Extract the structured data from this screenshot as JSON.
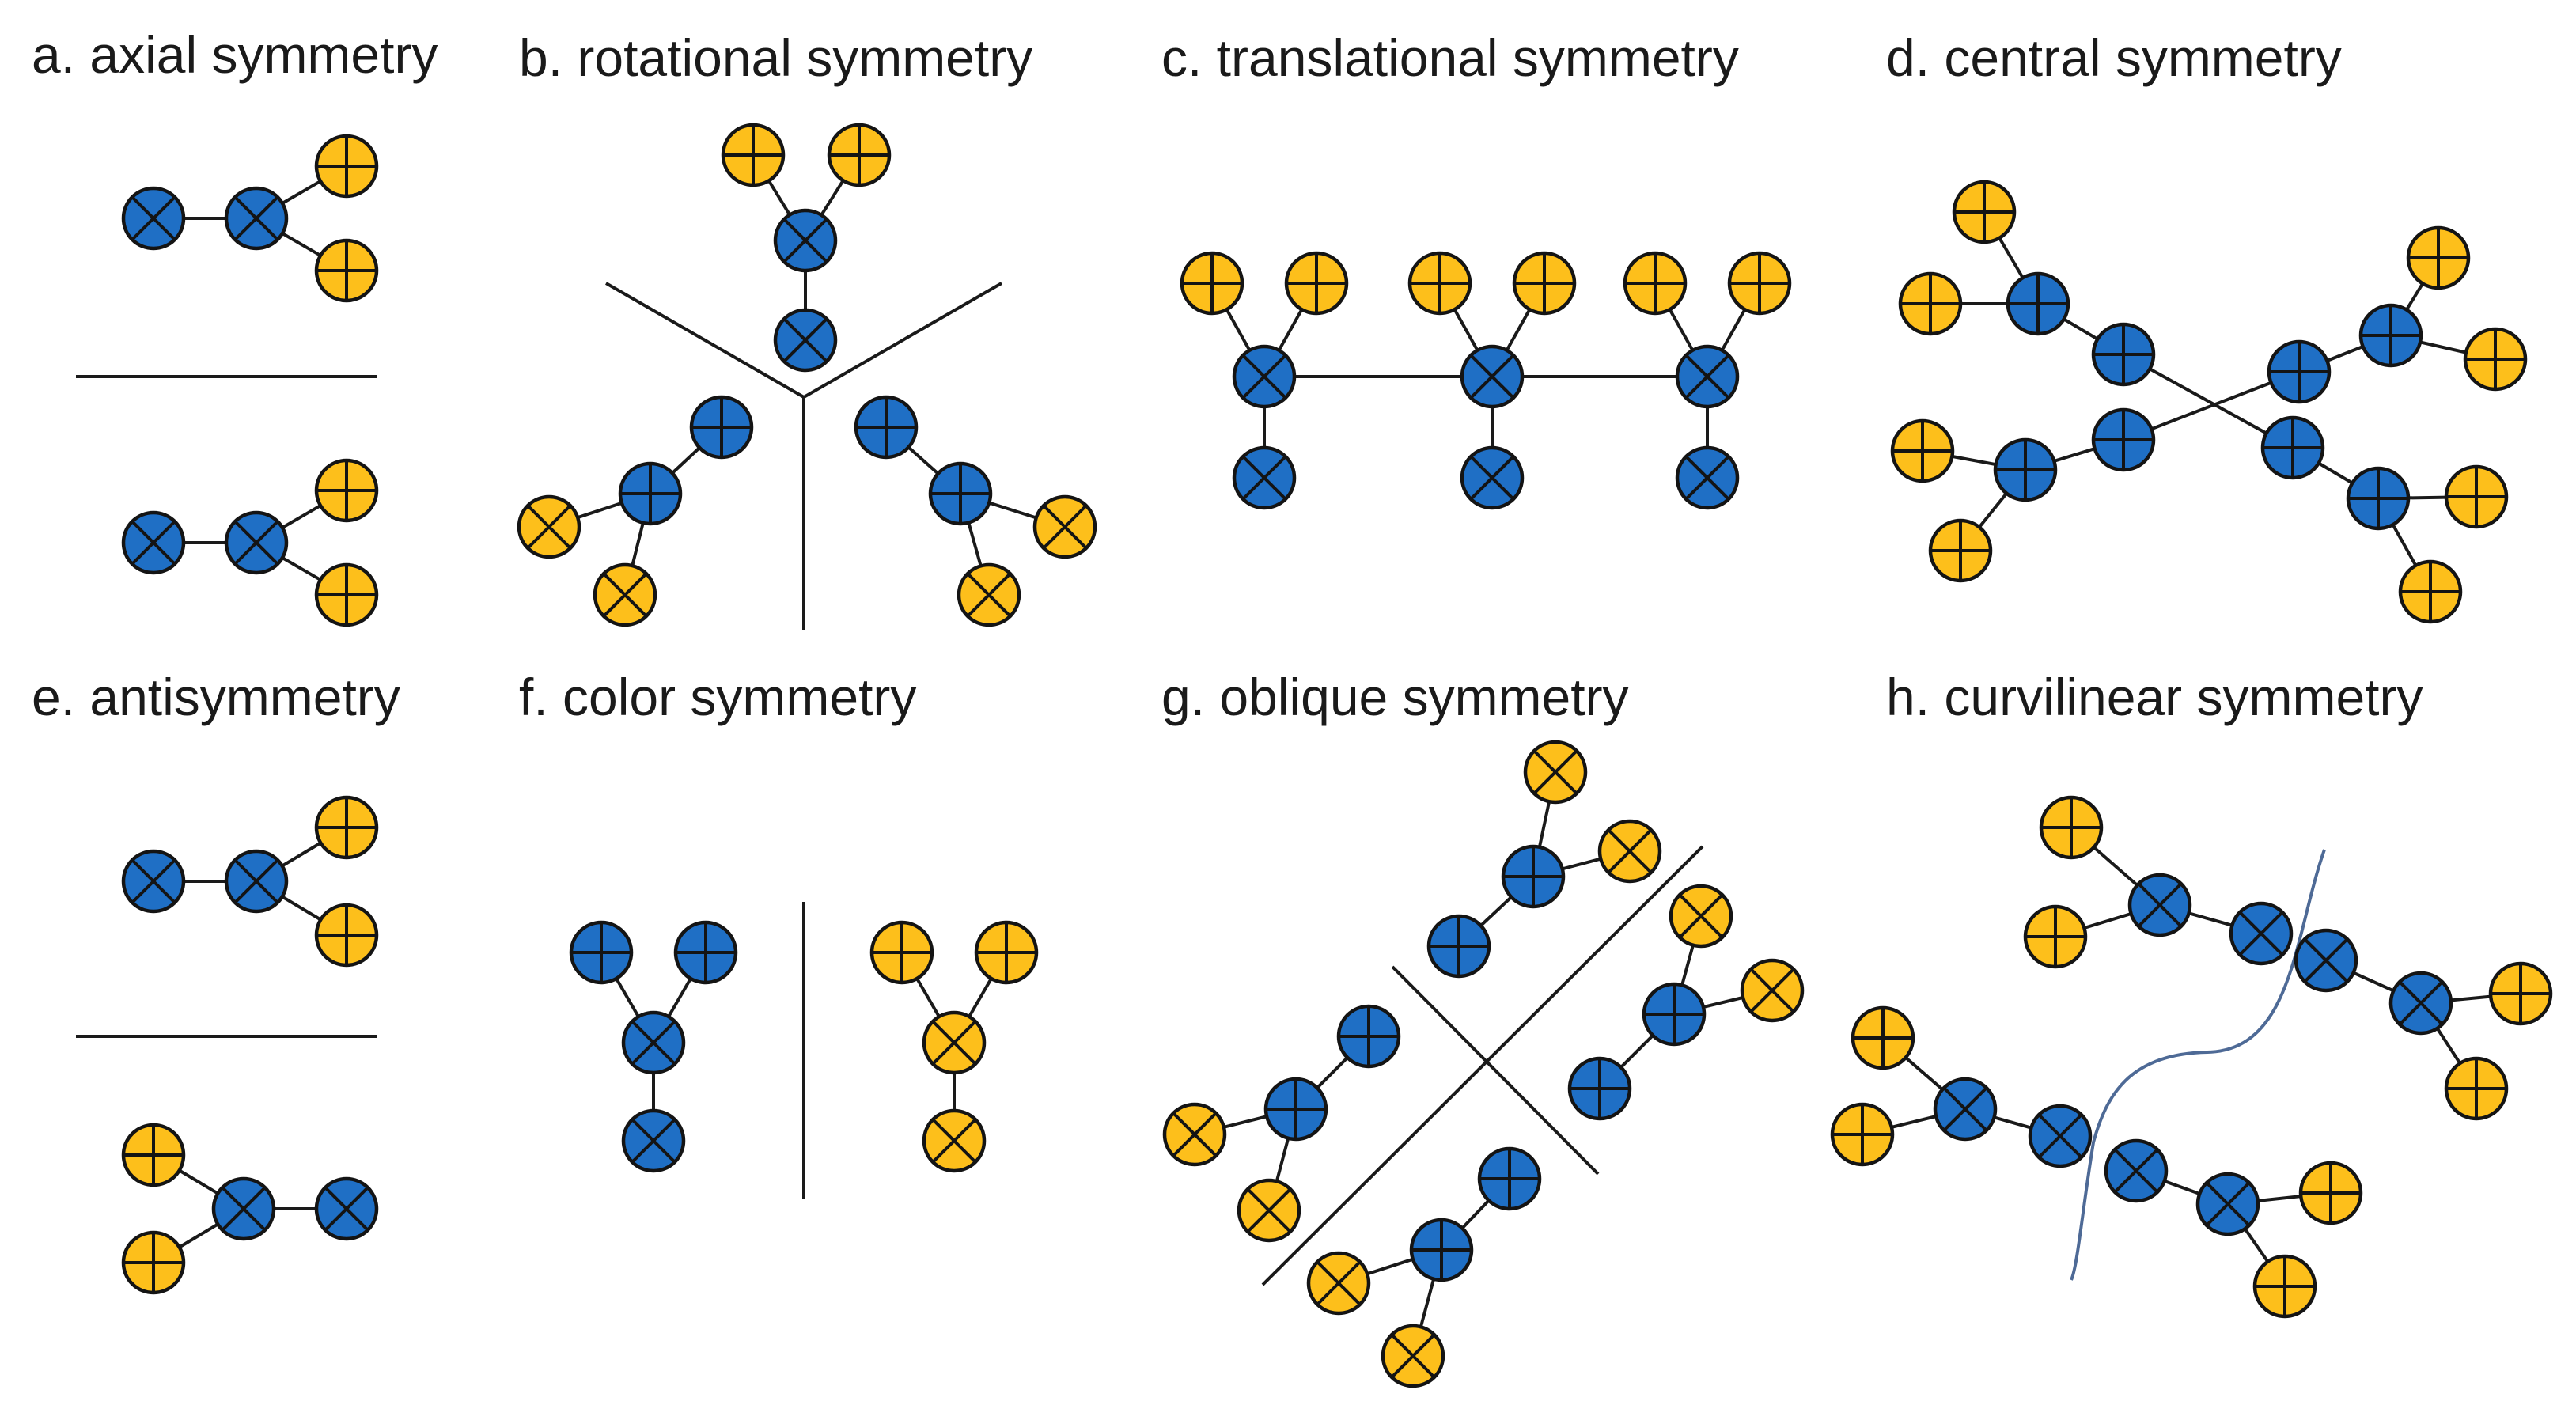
{
  "colors": {
    "blue": "#1f6fc5",
    "yellow": "#fdbf1b",
    "stroke": "#141414",
    "curve": "#4e6a96"
  },
  "panels": [
    {
      "id": "a",
      "label": "a. axial symmetry"
    },
    {
      "id": "b",
      "label": "b. rotational symmetry"
    },
    {
      "id": "c",
      "label": "c. translational symmetry"
    },
    {
      "id": "d",
      "label": "d. central symmetry"
    },
    {
      "id": "e",
      "label": "e. antisymmetry"
    },
    {
      "id": "f",
      "label": "f. color symmetry"
    },
    {
      "id": "g",
      "label": "g. oblique symmetry"
    },
    {
      "id": "h",
      "label": "h. curvilinear symmetry"
    }
  ]
}
